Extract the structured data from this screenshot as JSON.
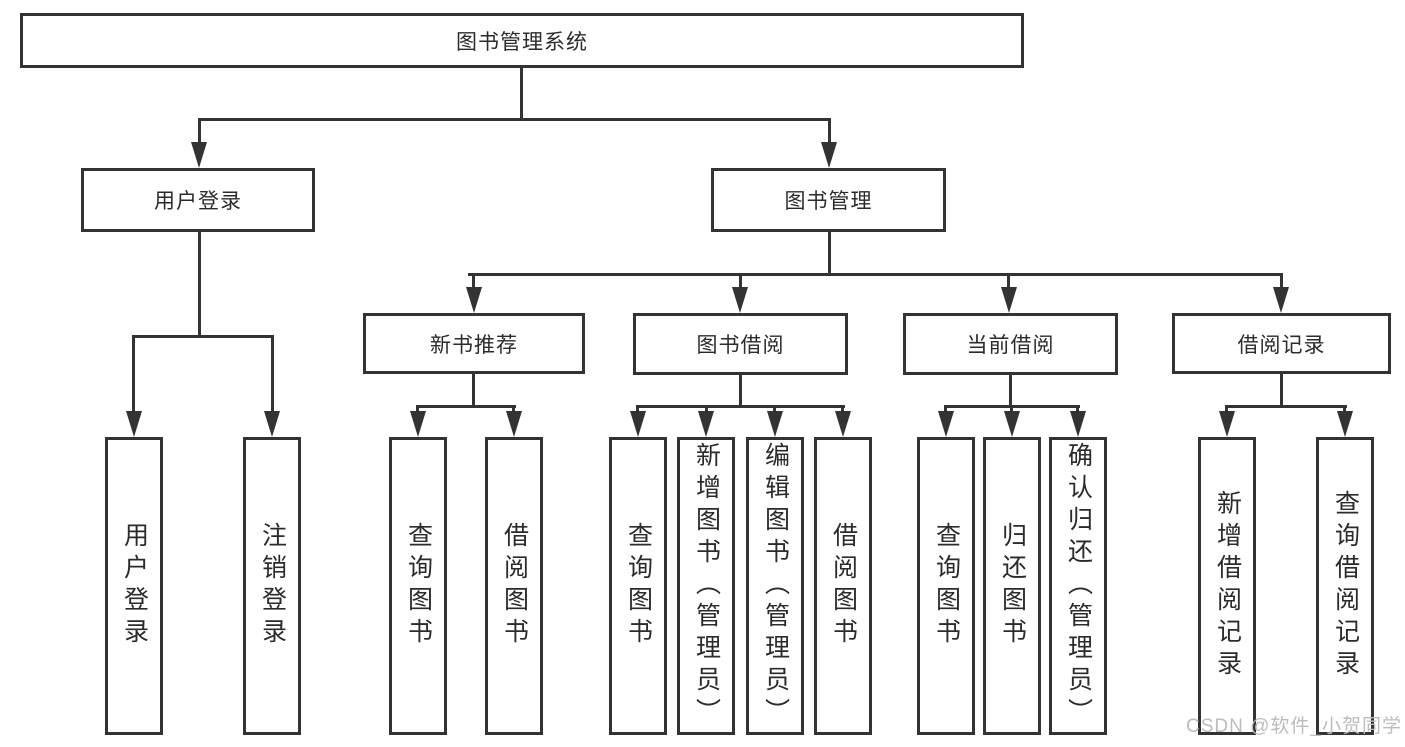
{
  "tree": {
    "root": "图书管理系统",
    "level1": [
      {
        "label": "用户登录",
        "children": [
          "用户登录",
          "注销登录"
        ]
      },
      {
        "label": "图书管理"
      }
    ],
    "modules": [
      {
        "label": "新书推荐",
        "children": [
          "查询图书",
          "借阅图书"
        ]
      },
      {
        "label": "图书借阅",
        "children": [
          "查询图书",
          "新增图书（管理员）",
          "编辑图书（管理员）",
          "借阅图书"
        ]
      },
      {
        "label": "当前借阅",
        "children": [
          "查询图书",
          "归还图书",
          "确认归还（管理员）"
        ]
      },
      {
        "label": "借阅记录",
        "children": [
          "新增借阅记录",
          "查询借阅记录"
        ]
      }
    ]
  },
  "watermark": "CSDN @软件_小贺同学",
  "colors": {
    "line": "#333333",
    "text": "#2b2b2b",
    "watermark": "#bcbcbc",
    "background": "#ffffff"
  }
}
